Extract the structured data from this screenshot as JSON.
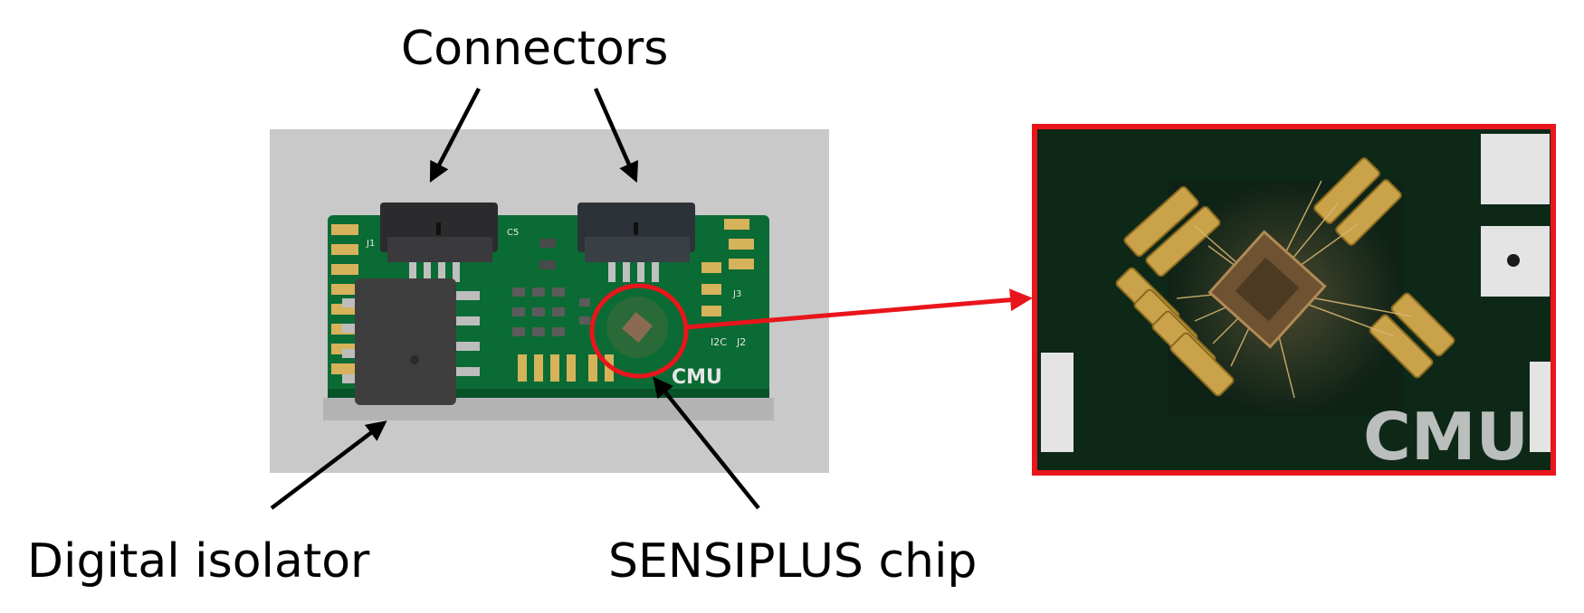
{
  "labels": {
    "connectors": "Connectors",
    "digital_isolator": "Digital isolator",
    "sensiplus_chip": "SENSIPLUS chip"
  },
  "pcb_silkscreen": {
    "brand": "CMU",
    "bus": "I2C",
    "j1": "J1",
    "j2": "J2",
    "j3": "J3",
    "c5": "C5"
  },
  "colors": {
    "arrow": "#000000",
    "highlight": "#e8161c",
    "pcb_green": "#0b6b34",
    "gold_pad": "#d6b25a",
    "background_card": "#c9c9c9"
  }
}
